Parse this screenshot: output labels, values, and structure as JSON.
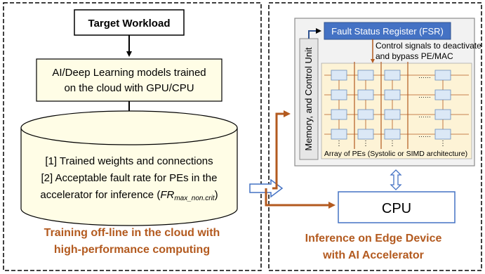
{
  "left": {
    "target_workload": "Target Workload",
    "models_box": [
      "AI/Deep Learning models trained",
      "on the cloud with GPU/CPU"
    ],
    "db_line1": "[1] Trained weights and connections",
    "db_line2": "[2] Acceptable fault rate for PEs in the",
    "db_line3_pre": "accelerator for inference (",
    "db_line3_var": "FR",
    "db_line3_sub": "max_non.crit",
    "db_line3_post": ")",
    "caption": [
      "Training off-line in the cloud with",
      "high-performance computing"
    ]
  },
  "right": {
    "fsr": "Fault Status Register (FSR)",
    "control_signals": [
      "Control signals to deactivate",
      "and bypass PE/MAC"
    ],
    "memory_control": "Memory, and Control Unit",
    "pe_array": "Array of PEs (Systolic or SIMD architecture)",
    "ellipsis": "……",
    "vdots": "⋮",
    "cpu": "CPU",
    "caption": [
      "Inference on Edge Device",
      "with AI Accelerator"
    ]
  },
  "colors": {
    "accent_brown": "#b35a1f",
    "fsr_blue": "#4472c4",
    "pe_array_bg": "#fdf3d6",
    "pe_box_bg": "#dbe8f6",
    "box_yellow": "#fffde6"
  }
}
